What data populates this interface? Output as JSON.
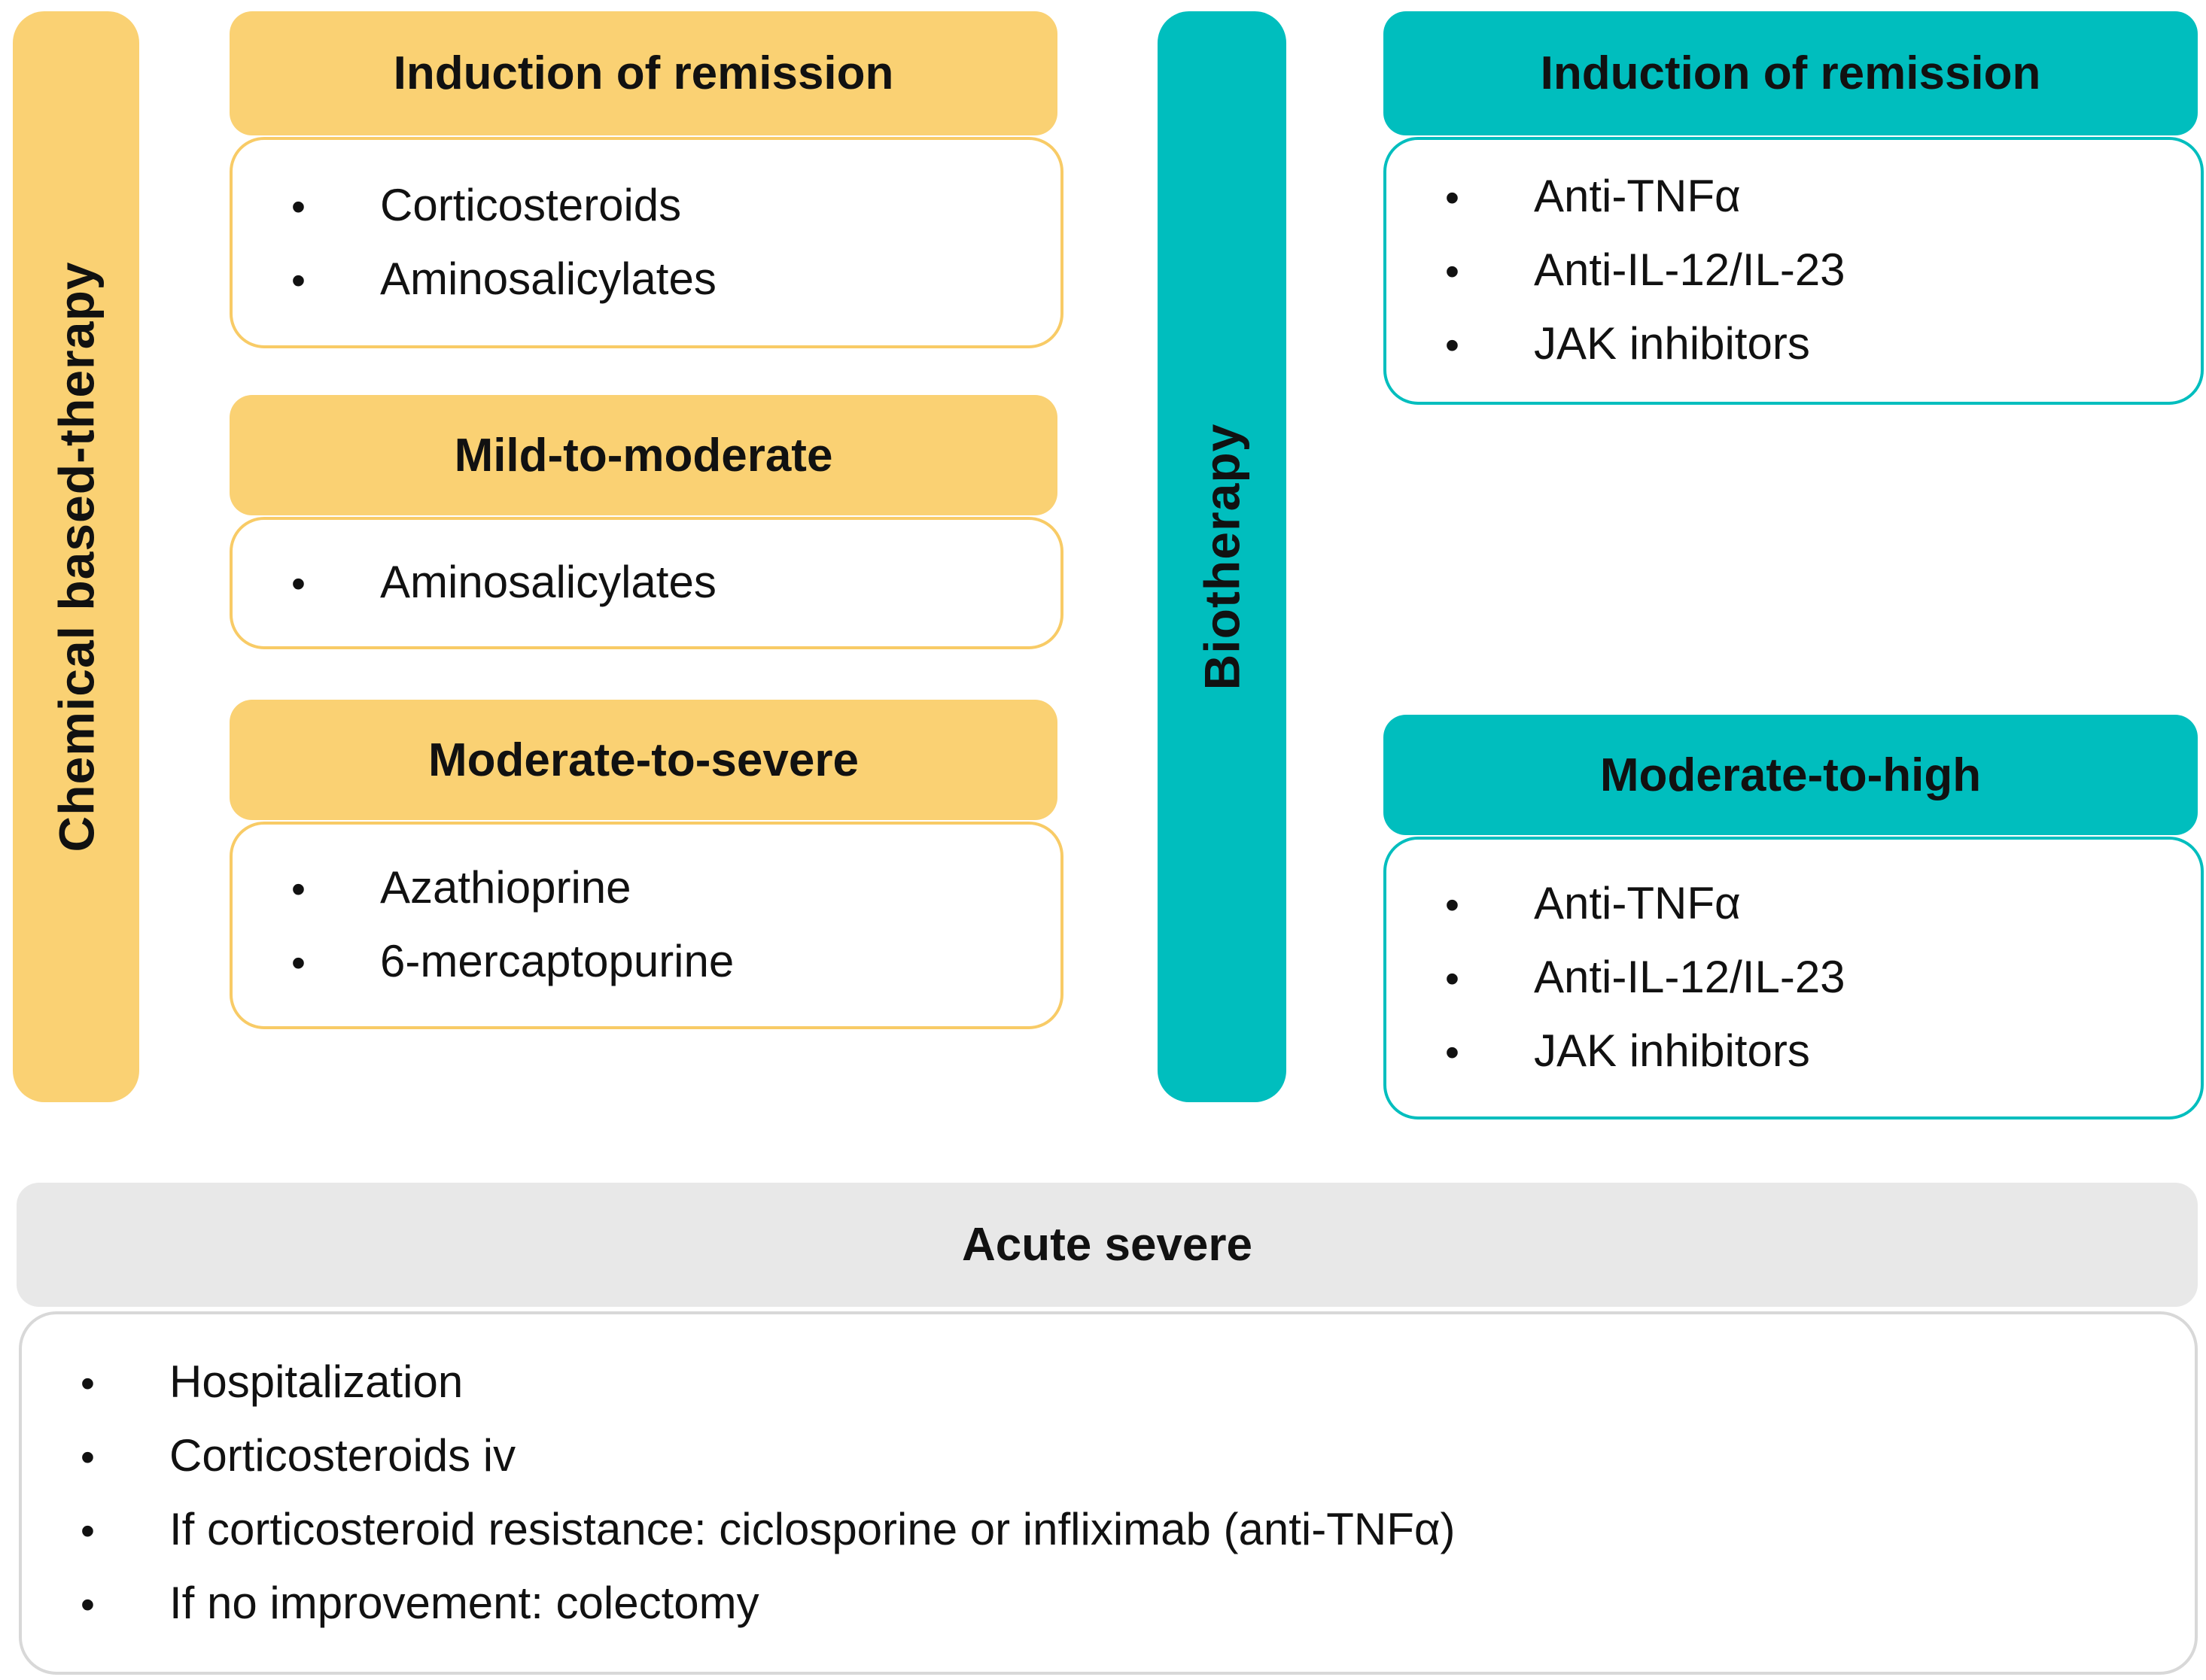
{
  "diagram": {
    "colors": {
      "yellow": "#FAD173",
      "yellow_border": "#F8CB66",
      "teal": "#00BEBE",
      "gray_header": "#E8E8E8",
      "gray_border": "#D8D8D8",
      "text": "#111111",
      "background": "#FFFFFF"
    },
    "left_track": {
      "label": "Chemical based-therapy",
      "groups": [
        {
          "header": "Induction of remission",
          "items": [
            "Corticosteroids",
            "Aminosalicylates"
          ]
        },
        {
          "header": "Mild-to-moderate",
          "items": [
            "Aminosalicylates"
          ]
        },
        {
          "header": "Moderate-to-severe",
          "items": [
            "Azathioprine",
            "6-mercaptopurine"
          ]
        }
      ]
    },
    "right_track": {
      "label": "Biotherapy",
      "groups": [
        {
          "header": "Induction of remission",
          "items": [
            "Anti-TNFα",
            "Anti-IL-12/IL-23",
            "JAK inhibitors"
          ]
        },
        {
          "header": "Moderate-to-high",
          "items": [
            "Anti-TNFα",
            "Anti-IL-12/IL-23",
            "JAK inhibitors"
          ]
        }
      ]
    },
    "bottom": {
      "header": "Acute severe",
      "items": [
        "Hospitalization",
        "Corticosteroids iv",
        "If corticosteroid resistance: ciclosporine or infliximab (anti-TNFα)",
        "If no improvement: colectomy"
      ]
    }
  }
}
